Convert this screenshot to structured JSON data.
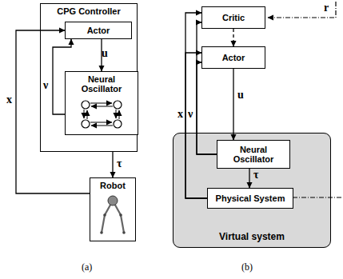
{
  "diagram": {
    "nodes": [
      {
        "text": [
          "CPG Controller"
        ]
      },
      {
        "text": [
          "Actor"
        ],
        "in": 0
      },
      {
        "text": [
          "Neural Oscillator"
        ],
        "in": 0
      },
      {
        "text": [
          "Robot"
        ]
      },
      {
        "text": [
          "Critic"
        ]
      },
      {
        "text": [
          "Actor"
        ]
      },
      {
        "text": [
          "Virtual system"
        ]
      },
      {
        "text": [
          "Neural Oscillator"
        ],
        "in": 6
      },
      {
        "text": [
          "Physical System"
        ],
        "in": 6
      }
    ],
    "edges": [
      {
        "from": 1,
        "to": 2,
        "arrow": "to",
        "label": "u"
      },
      {
        "from": 2,
        "to": 1,
        "arrow": "to",
        "label": "ν"
      },
      {
        "from": 0,
        "to": 3,
        "arrow": "to",
        "label": "τ"
      },
      {
        "from": 3,
        "to": 1,
        "arrow": "to",
        "label": "x"
      },
      {
        "from": 4,
        "to": 5,
        "arrow": "to"
      },
      {
        "from": 5,
        "to": 7,
        "arrow": "to",
        "label": "u"
      },
      {
        "from": 7,
        "to": 8,
        "arrow": "to",
        "label": "τ"
      },
      {
        "from": 8,
        "to": 4,
        "arrow": "to"
      },
      {
        "from": 8,
        "to": 5,
        "arrow": "to"
      },
      {
        "from": 7,
        "to": 4,
        "arrow": "to"
      },
      {
        "from": 7,
        "to": 5,
        "arrow": "to"
      }
    ],
    "labels": [
      "x",
      "ν",
      "r",
      "(a)",
      "(b)"
    ]
  }
}
